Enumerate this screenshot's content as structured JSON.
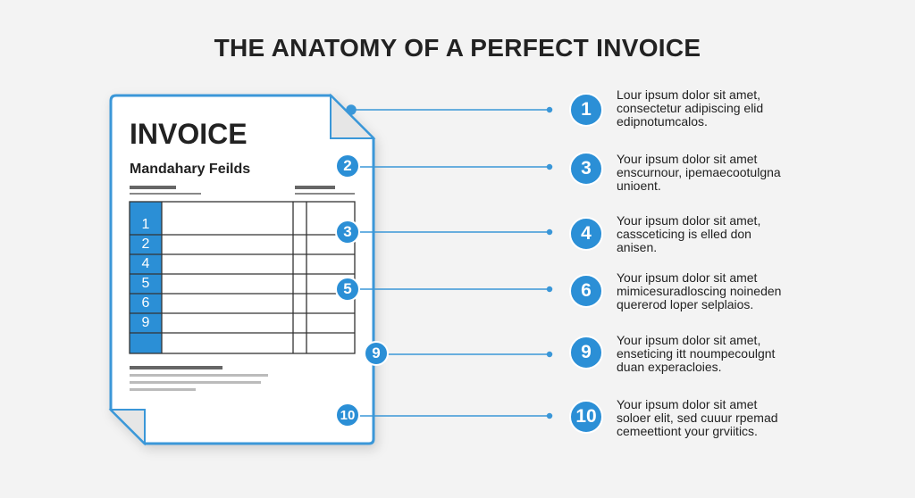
{
  "title": "THE ANATOMY OF A PERFECT INVOICE",
  "invoice": {
    "heading": "INVOICE",
    "subheading": "Mandahary Feilds",
    "row_numbers": [
      "1",
      "2",
      "4",
      "5",
      "6",
      "9"
    ]
  },
  "doc_badges": [
    "2",
    "3",
    "5",
    "9",
    "10"
  ],
  "callouts": [
    {
      "num": "1",
      "lines": [
        "Lour ipsum dolor sit amet,",
        "consectetur adipiscing elid",
        "edipnotumcalos."
      ]
    },
    {
      "num": "3",
      "lines": [
        "Your ipsum dolor sit amet",
        "enscurnour, ipemaecootulgna",
        "unioent."
      ]
    },
    {
      "num": "4",
      "lines": [
        "Your ipsum dolor sit amet,",
        "cassceticing is elled don",
        "anisen."
      ]
    },
    {
      "num": "6",
      "lines": [
        "Your ipsum dolor sit amet",
        "mimicesuradloscing noineden",
        "quererod loper selplaios."
      ]
    },
    {
      "num": "9",
      "lines": [
        "Your ipsum dolor sit amet,",
        "enseticing itt noumpecoulgnt",
        "duan experacloies."
      ]
    },
    {
      "num": "10",
      "lines": [
        "Your ipsum dolor sit amet",
        "soloer elit, sed cuuur rpemad",
        "cemeettiont your grviitics."
      ]
    }
  ],
  "colors": {
    "accent": "#2b8fd6",
    "text": "#222222"
  }
}
